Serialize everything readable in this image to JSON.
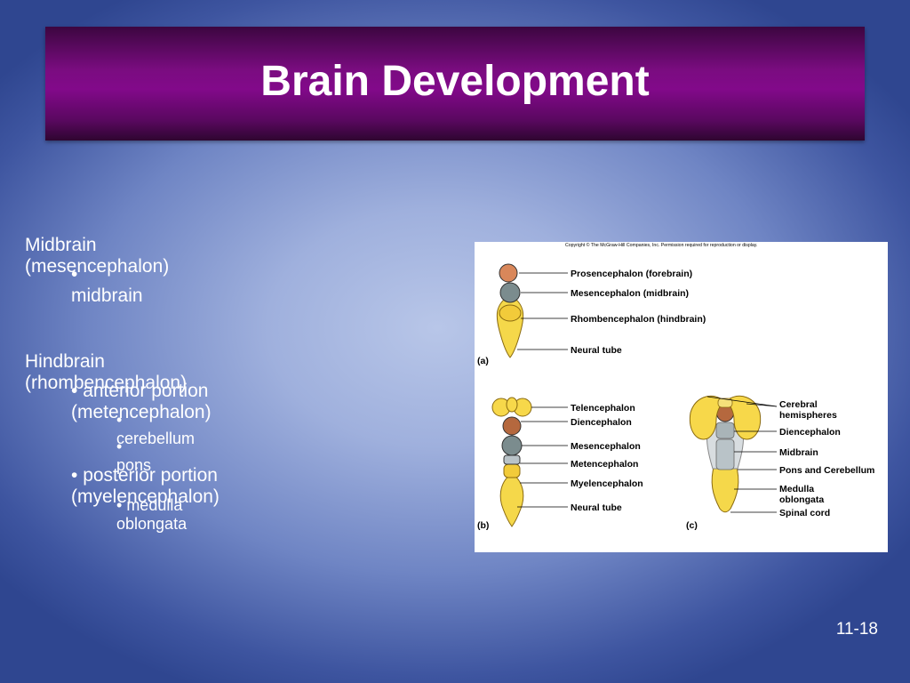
{
  "slide": {
    "title": "Brain Development",
    "slide_number": "11-18"
  },
  "content": {
    "midbrain_heading": "Midbrain (mesencephalon)",
    "midbrain_item": "midbrain",
    "hindbrain_heading": "Hindbrain (rhombencephalon)",
    "anterior": "anterior portion (metencephalon)",
    "cerebellum": "cerebellum",
    "pons": "pons",
    "posterior": "posterior portion (myelencephalon)",
    "medulla": "medulla oblongata"
  },
  "figure": {
    "copyright": "Copyright © The McGraw-Hill Companies, Inc. Permission required for reproduction or display.",
    "panel_a": {
      "tag": "(a)",
      "labels": [
        "Prosencephalon (forebrain)",
        "Mesencephalon (midbrain)",
        "Rhombencephalon (hindbrain)",
        "Neural tube"
      ]
    },
    "panel_b": {
      "tag": "(b)",
      "labels": [
        "Telencephalon",
        "Diencephalon",
        "Mesencephalon",
        "Metencephalon",
        "Myelencephalon",
        "Neural tube"
      ]
    },
    "panel_c": {
      "tag": "(c)",
      "labels": [
        "Cerebral",
        "hemispheres",
        "Diencephalon",
        "Midbrain",
        "Pons and Cerebellum",
        "Medulla",
        "oblongata",
        "Spinal cord"
      ]
    },
    "colors": {
      "forebrain": "#d9875a",
      "midbrain": "#7b8c8e",
      "hindbrain": "#f2cb3a",
      "neural_tube": "#f5d84a",
      "telencephalon": "#f7d84a",
      "metencephalon": "#b9c3c8"
    }
  }
}
